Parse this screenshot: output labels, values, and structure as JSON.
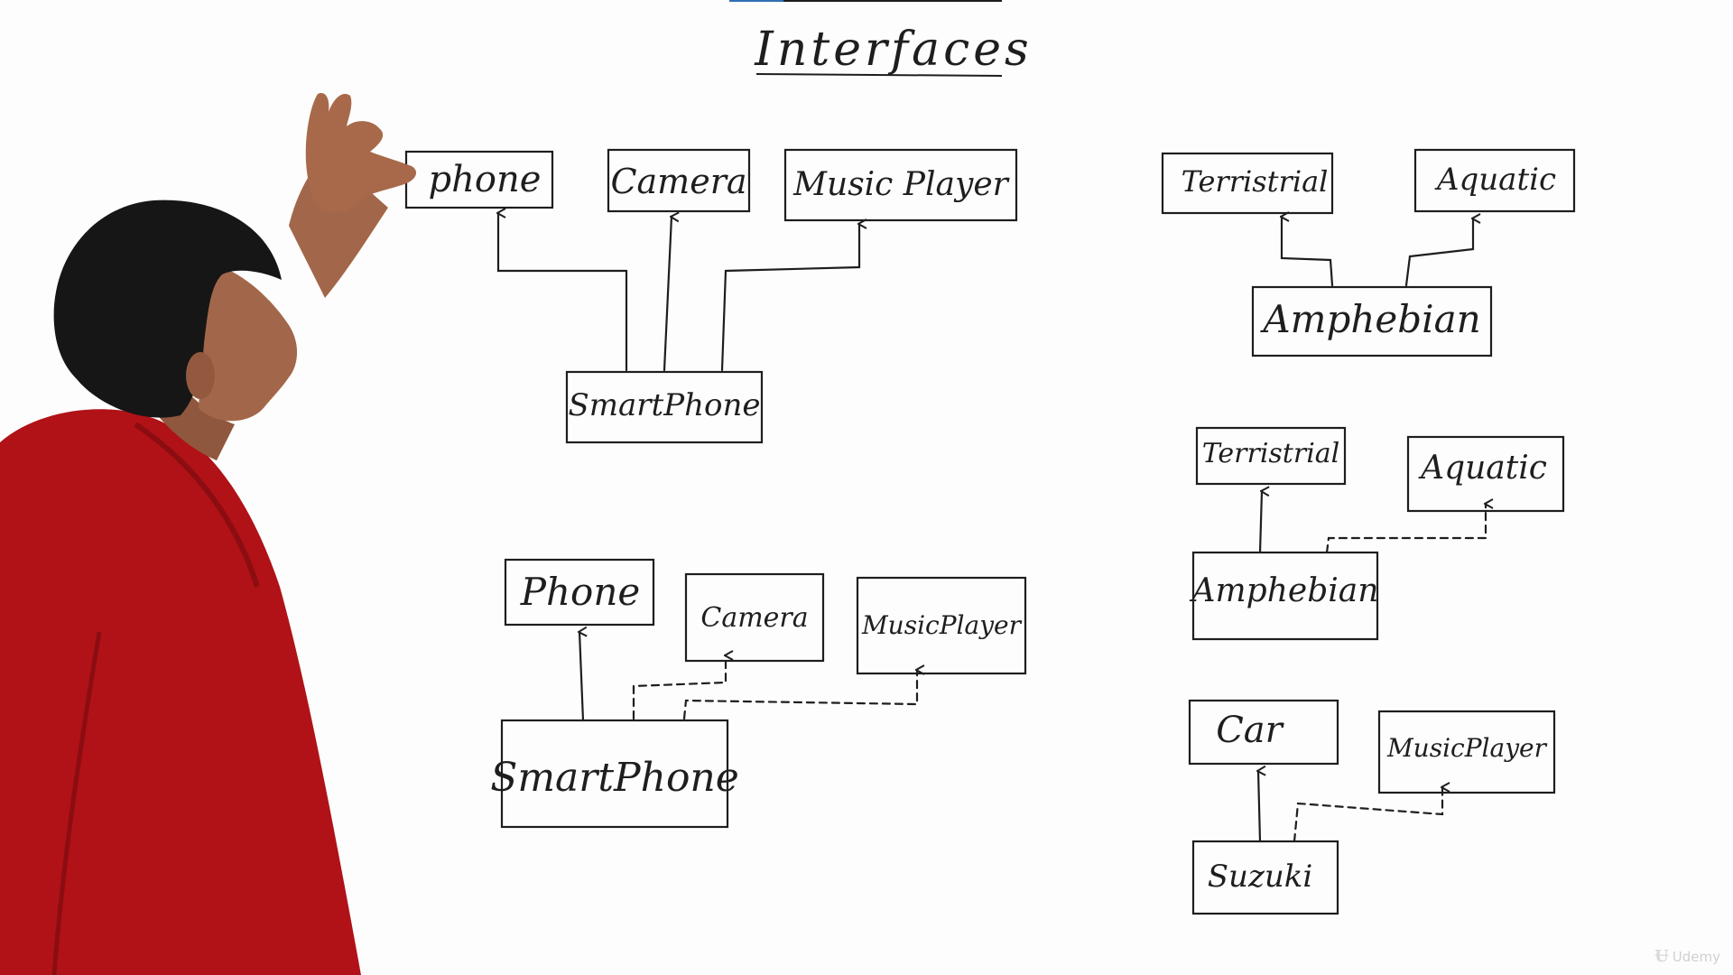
{
  "title": "Interfaces",
  "video": {
    "progress": 0.2
  },
  "watermark": "Udemy",
  "diagrams": [
    {
      "id": "smartphone-multiple-inheritance",
      "parents": [
        "phone",
        "Camera",
        "Music Player"
      ],
      "child": "SmartPhone"
    },
    {
      "id": "amphibian-multiple-inheritance",
      "parents": [
        "Terristrial",
        "Aquatic"
      ],
      "child": "Amphebian"
    },
    {
      "id": "smartphone-extends-implements",
      "extends": "Phone",
      "implements": [
        "Camera",
        "MusicPlayer"
      ],
      "child": "SmartPhone"
    },
    {
      "id": "amphibian-extends-implements",
      "extends": "Terristrial",
      "implements": [
        "Aquatic"
      ],
      "child": "Amphebian"
    },
    {
      "id": "suzuki-extends-implements",
      "extends": "Car",
      "implements": [
        "MusicPlayer"
      ],
      "child": "Suzuki"
    }
  ],
  "colors": {
    "ink": "#1e1e1e",
    "board": "#fdfdfd",
    "shirt": "#b01217",
    "skin": "#a2674a",
    "hair": "#161616"
  },
  "icons": [
    "udemy-logo-icon"
  ]
}
